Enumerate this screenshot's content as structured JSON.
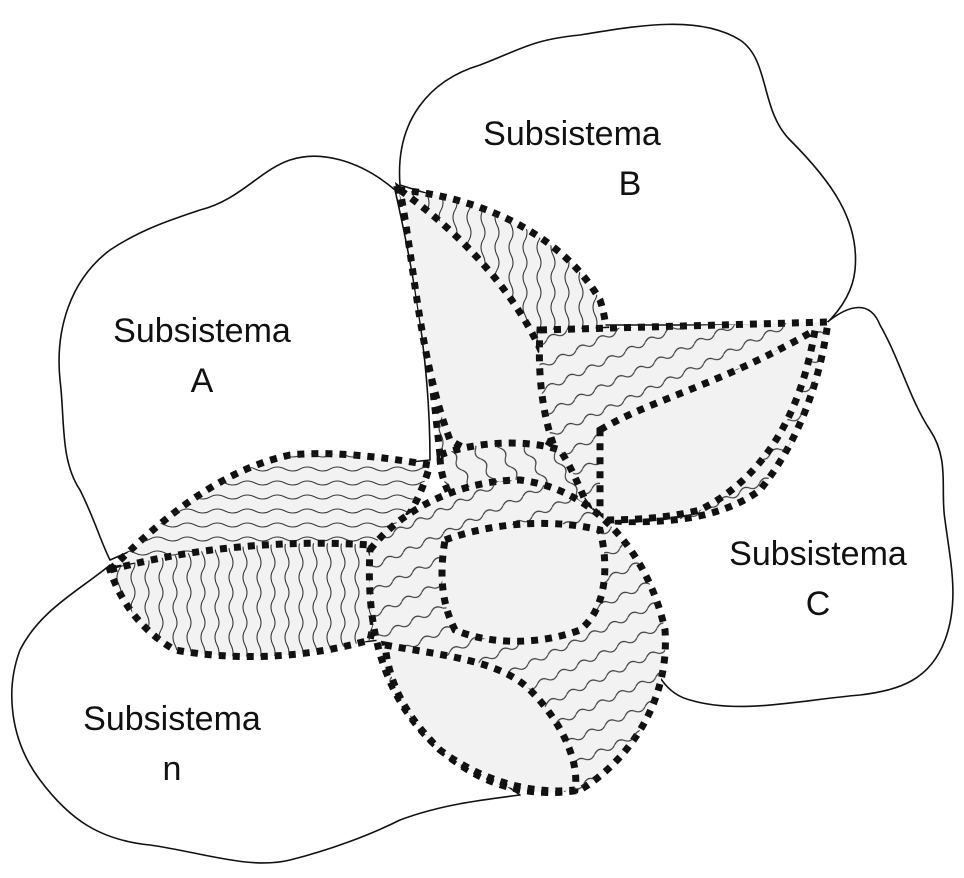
{
  "subsystems": [
    {
      "name": "Subsistema",
      "letter": "A"
    },
    {
      "name": "Subsistema",
      "letter": "B"
    },
    {
      "name": "Subsistema",
      "letter": "C"
    },
    {
      "name": "Subsistema",
      "letter": "n"
    }
  ],
  "colors": {
    "outline": "#111111",
    "overlap_fill": "#f2f2f2",
    "background": "#ffffff"
  }
}
